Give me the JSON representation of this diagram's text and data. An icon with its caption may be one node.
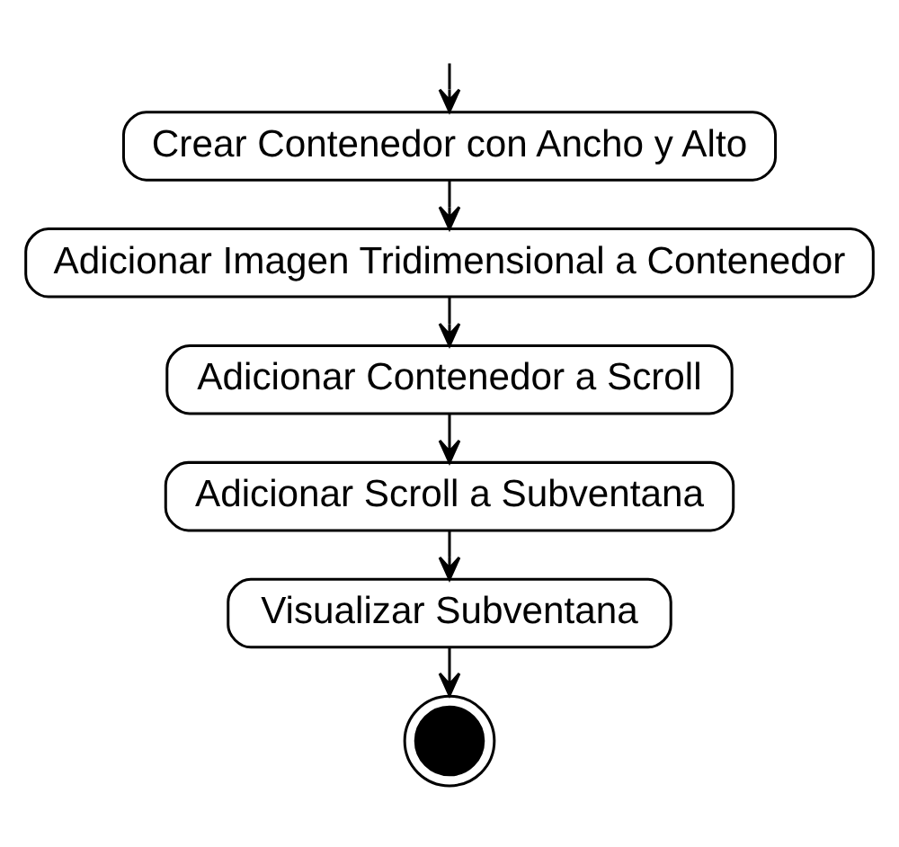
{
  "diagram": {
    "nodes": [
      {
        "text": [
          "Crear Contenedor con Ancho y Alto"
        ]
      },
      {
        "text": [
          "Adicionar Imagen Tridimensional a Contenedor"
        ]
      },
      {
        "text": [
          "Adicionar Contenedor a Scroll"
        ]
      },
      {
        "text": [
          "Adicionar Scroll a Subventana"
        ]
      },
      {
        "text": [
          "Visualizar Subventana"
        ]
      },
      {
        "text": [],
        "shape": "circle"
      }
    ],
    "edges": [
      {
        "from": null,
        "to": 0,
        "arrow": "to"
      },
      {
        "from": 0,
        "to": 1,
        "arrow": "to"
      },
      {
        "from": 1,
        "to": 2,
        "arrow": "to"
      },
      {
        "from": 2,
        "to": 3,
        "arrow": "to"
      },
      {
        "from": 3,
        "to": 4,
        "arrow": "to"
      },
      {
        "from": 4,
        "to": 5,
        "arrow": "to"
      }
    ]
  }
}
